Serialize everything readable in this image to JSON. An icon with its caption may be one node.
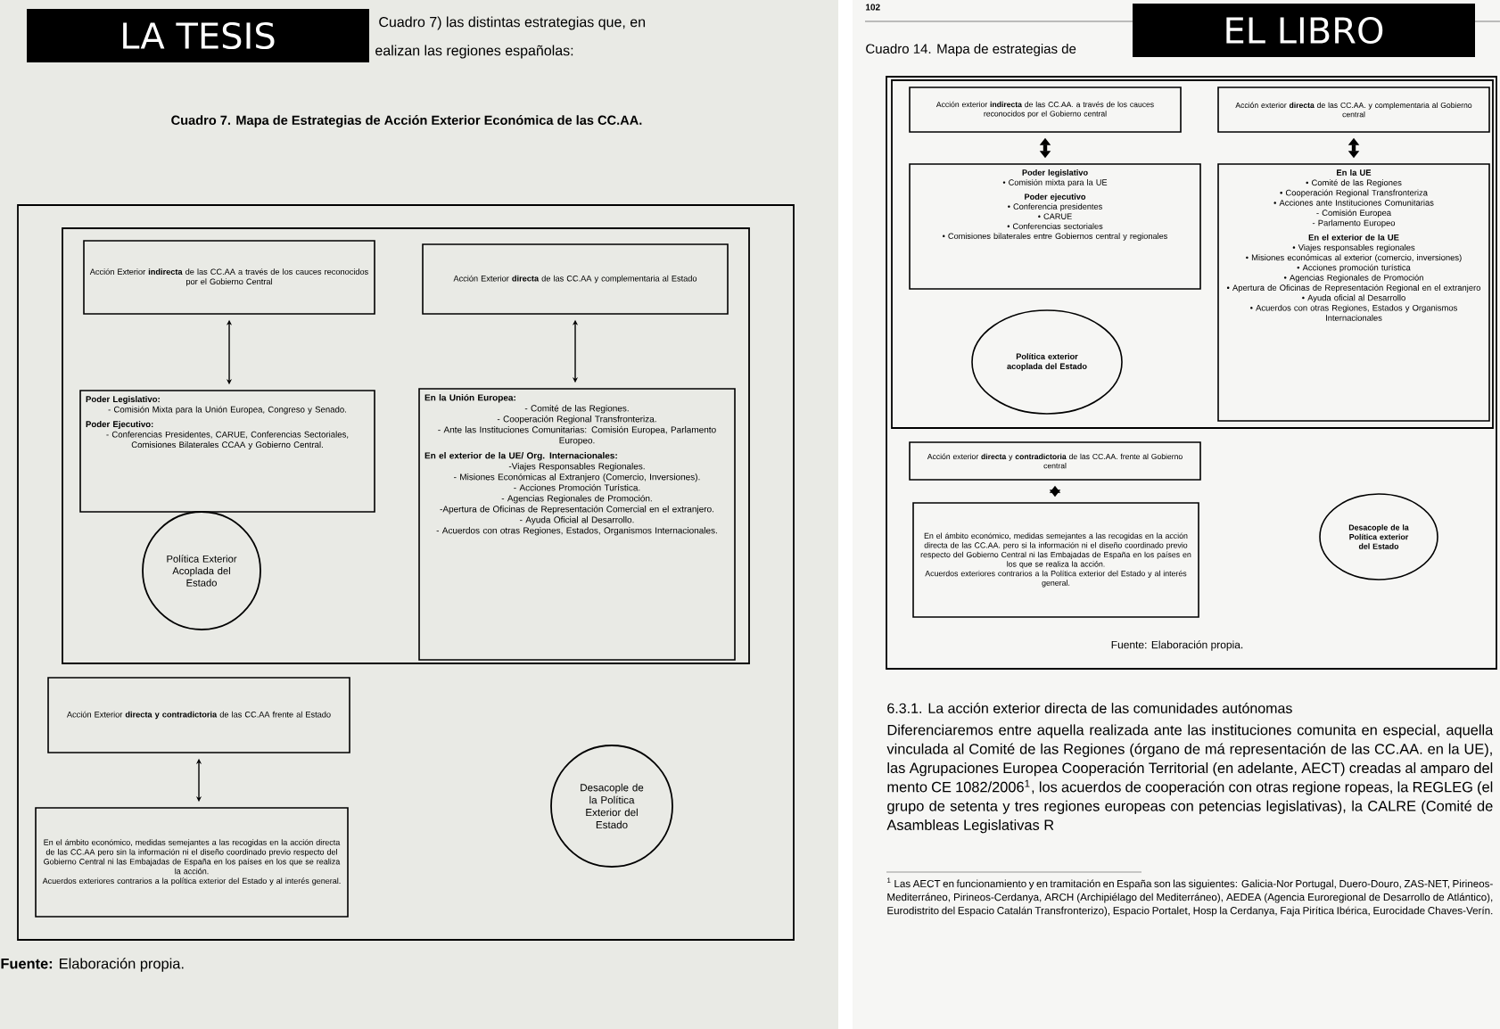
{
  "diagram": {
    "nodes": [
      {
        "text": [],
        "shape": "box"
      },
      {
        "text": [],
        "shape": "box",
        "in": 0
      },
      {
        "text": [
          "Acción Exterior **indirecta** de las CC.AA a través de los cauces reconocidos por el Gobierno Central"
        ],
        "in": 1
      },
      {
        "text": [
          "Acción Exterior **directa** de las CC.AA y complementaria al Estado"
        ],
        "in": 1
      },
      {
        "text": [
          "Poder Legislativo:",
          "- Comisión Mixta para la Unión Europea, Congreso y Senado.",
          "Poder Ejecutivo:",
          "- Conferencias Presidentes, CARUE, Conferencias Sectoriales, Comisiones Bilaterales CCAA y Gobierno Central."
        ],
        "in": 1
      },
      {
        "text": [
          "Política Exterior Acoplada del Estado"
        ],
        "in": 1
      },
      {
        "text": [
          "En la Unión Europea:",
          "- Comité de las Regiones.",
          "- Cooperación Regional Transfronteriza.",
          "- Ante las Instituciones Comunitarias: Comisión Europea, Parlamento Europeo.",
          "En el exterior de la UE/ Org. Internacionales:",
          "-Viajes Responsables Regionales.",
          "- Misiones Económicas al Extranjero (Comercio, Inversiones).",
          "- Acciones Promoción Turística.",
          "- Agencias Regionales de Promoción.",
          "-Apertura de Oficinas de Representación Comercial en el extranjero.",
          "- Ayuda Oficial al Desarrollo.",
          "- Acuerdos con otras Regiones, Estados, Organismos Internacionales."
        ],
        "in": 1
      },
      {
        "text": [
          "Acción Exterior **directa y contradictoria** de las CC.AA frente al Estado"
        ],
        "in": 0
      },
      {
        "text": [
          "En el ámbito económico, medidas semejantes a las recogidas en la acción directa de las CC.AA pero sin la información ni el diseño coordinado previo respecto del Gobierno Central ni las Embajadas de España en los países en los que se realiza la acción.",
          "Acuerdos exteriores contrarios a la política exterior del Estado y al interés general."
        ],
        "in": 0
      },
      {
        "text": [
          "Desacople de la Política Exterior del Estado"
        ],
        "in": 0
      },
      {
        "text": [],
        "shape": "box"
      },
      {
        "text": [],
        "shape": "box",
        "in": 10
      },
      {
        "text": [
          "Acción exterior **indirecta** de las CC.AA. a través de los cauces reconocidos por el Gobierno central"
        ],
        "in": 11
      },
      {
        "text": [
          "Acción exterior **directa** de las CC.AA. y complementaria al Gobierno central"
        ],
        "in": 11
      },
      {
        "text": [
          "Poder legislativo",
          "• Comisión mixta para la UE",
          "Poder ejecutivo",
          "• Conferencia presidentes",
          "• CARUE",
          "• Conferencias sectoriales",
          "• Comisiones bilaterales entre Gobiernos central y regionales"
        ],
        "in": 11
      },
      {
        "text": [
          "Política exterior acoplada del Estado"
        ],
        "in": 11
      },
      {
        "text": [
          "En la UE",
          "• Comité de las Regiones",
          "• Cooperación Regional Transfronteriza",
          "• Acciones ante Instituciones Comunitarias",
          "- Comisión Europea",
          "- Parlamento Europeo",
          "En el exterior de la UE",
          "• Viajes responsables regionales",
          "• Misiones económicas al exterior (comercio, inversiones)",
          "• Acciones promoción turística",
          "• Agencias Regionales de Promoción",
          "• Apertura de Oficinas de Representación Regional en el extranjero",
          "• Ayuda oficial al Desarrollo",
          "• Acuerdos con otras Regiones, Estados y Organismos Internacionales"
        ],
        "in": 11
      },
      {
        "text": [
          "Acción exterior **directa** y **contradictoria** de las CC.AA. frente al Gobierno central"
        ],
        "in": 10
      },
      {
        "text": [
          "En el ámbito económico, medidas semejantes a las recogidas en la acción directa de las CC.AA. pero si la información ni el diseño coordinado previo respecto del Gobierno Central ni las Embajadas de España en los países en los que se realiza la acción.",
          "Acuerdos exteriores contrarios a la Política exterior del Estado y al interés general."
        ],
        "in": 10
      },
      {
        "text": [
          "Desacople de la Política exterior del Estado"
        ],
        "in": 10
      }
    ],
    "edges": [
      {
        "from": 2,
        "to": 4,
        "arrow": "both"
      },
      {
        "from": 3,
        "to": 6,
        "arrow": "both"
      },
      {
        "from": 7,
        "to": 8,
        "arrow": "both"
      },
      {
        "from": 12,
        "to": 14,
        "arrow": "both",
        "style": "thick"
      },
      {
        "from": 13,
        "to": 16,
        "arrow": "both",
        "style": "thick"
      },
      {
        "from": 17,
        "to": 18,
        "arrow": "both",
        "style": "thick"
      }
    ],
    "labels": [
      "LA TESIS",
      "Cuadro 7) las distintas estrategias que, en",
      "ealizan las regiones españolas:",
      "Cuadro 7. Mapa de Estrategias de Acción Exterior Económica de las CC.AA.",
      "**Fuente:** Elaboración propia.",
      "EL LIBRO",
      "102",
      "Cuadro 14. Mapa de estrategias de",
      "Fuente: Elaboración propia.",
      "6.3.1. La acción exterior directa de las comunidades autónomas",
      "Diferenciaremos entre aquella realizada ante las instituciones comunita en especial, aquella vinculada al Comité de las Regiones (órgano de má representación de las CC.AA. en la UE), las Agrupaciones Europea Cooperación Territorial (en adelante, AECT) creadas al amparo del mento CE 1082/2006$^{1}$, los acuerdos de cooperación con otras regione ropeas, la REGLEG (el grupo de setenta y tres regiones europeas con petencias legislativas), la CALRE (Comité de Asambleas Legislativas R",
      "$^{1}$ Las AECT en funcionamiento y en tramitación en España son las siguientes: Galicia-Nor Portugal, Duero-Douro, ZAS-NET, Pirineos-Mediterráneo, Pirineos-Cerdanya, ARCH (Archipiélago del Mediterráneo), AEDEA (Agencia Euroregional de Desarrollo de Atlántico), Eurodistrito del Espacio Catalán Transfronterizo), Espacio Portalet, Hosp la Cerdanya, Faja Pirítica Ibérica, Eurocidade Chaves-Verín."
    ]
  }
}
